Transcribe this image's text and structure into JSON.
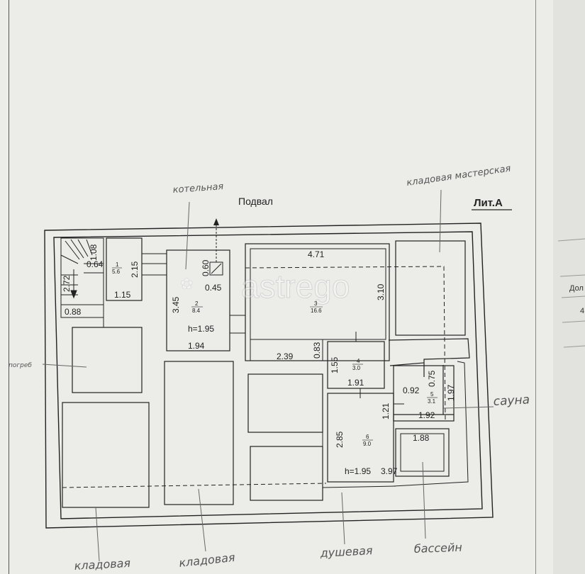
{
  "header": {
    "title": "Подвал",
    "litera": "Лит.А"
  },
  "watermark": "astrego",
  "side_fragments": {
    "line1": "Дол",
    "line2": "4"
  },
  "handwritten": {
    "kotelnaya": "котельная",
    "kladovaya_masterskaya": "кладовая мастерская",
    "pogreb": "погреб",
    "sauna": "сауна",
    "kladovaya_1": "кладовая",
    "kladovaya_2": "кладовая",
    "dushevaya": "душевая",
    "basseyn": "бассейн"
  },
  "rooms": {
    "r1": {
      "num": "1",
      "area": "5.6"
    },
    "r2": {
      "num": "2",
      "area": "8.4"
    },
    "r3": {
      "num": "3",
      "area": "16.6"
    },
    "r4": {
      "num": "4",
      "area": "3.0"
    },
    "r5": {
      "num": "5",
      "area": "3.1"
    },
    "r6": {
      "num": "6",
      "area": "9.0"
    }
  },
  "dims": {
    "d_108": "1.08",
    "d_064": "0.64",
    "d_215": "2.15",
    "d_272": "2.72",
    "d_115": "1.15",
    "d_088": "0.88",
    "d_060": "0.60",
    "d_045": "0.45",
    "d_345": "3.45",
    "d_h195a": "h=1.95",
    "d_194": "1.94",
    "d_471": "4.71",
    "d_310": "3.10",
    "d_239": "2.39",
    "d_083": "0.83",
    "d_155": "1.55",
    "d_191": "1.91",
    "d_075": "0.75",
    "d_092": "0.92",
    "d_197": "1.97",
    "d_121": "1.21",
    "d_192": "1.92",
    "d_285": "2.85",
    "d_188": "1.88",
    "d_h195b": "h=1.95",
    "d_397": "3.97"
  }
}
